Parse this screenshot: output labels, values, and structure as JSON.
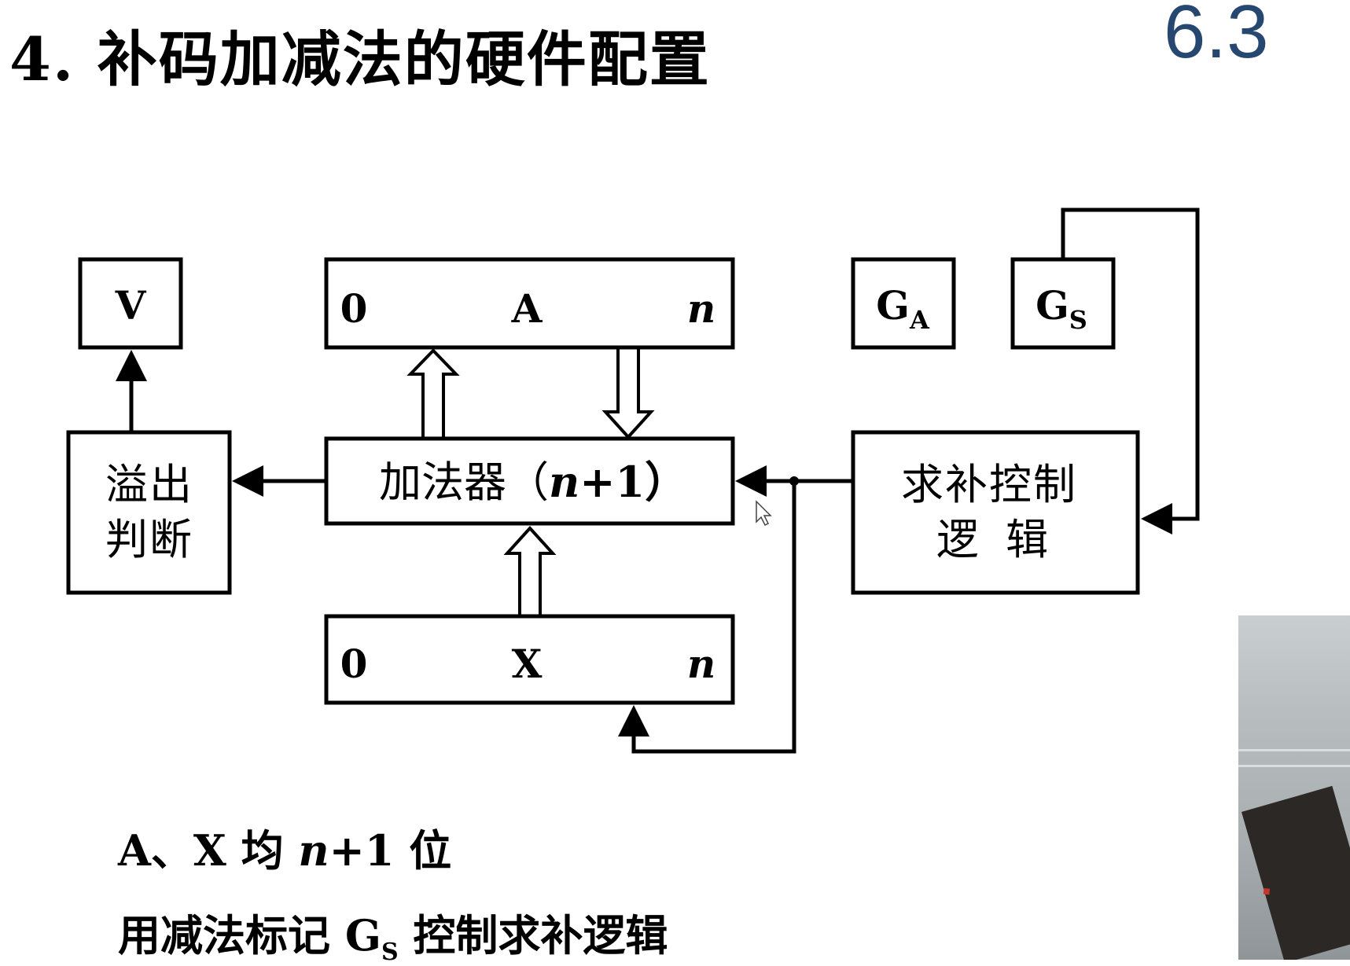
{
  "slide": {
    "title": "4. 补码加减法的硬件配置",
    "section_number": "6.3"
  },
  "diagram": {
    "register_a": {
      "left_bit": "0",
      "name": "A",
      "right_bit": "n"
    },
    "register_x": {
      "left_bit": "0",
      "name": "X",
      "right_bit": "n"
    },
    "flag_v": "V",
    "flag_ga": {
      "main": "G",
      "sub": "A"
    },
    "flag_gs": {
      "main": "G",
      "sub": "S"
    },
    "adder": {
      "prefix": "加法器（",
      "var": "n",
      "suffix": "+1）"
    },
    "overflow": {
      "line1": "溢出",
      "line2": "判断"
    },
    "complement": {
      "line1": "求补控制",
      "line2": "逻  辑"
    }
  },
  "notes": {
    "line1": {
      "a": "A、X 均 ",
      "var": "n",
      "b": "+1 位"
    },
    "line2": {
      "a": "用减法标记 ",
      "g": "G",
      "sub": "S",
      "b": " 控制求补逻辑"
    }
  }
}
